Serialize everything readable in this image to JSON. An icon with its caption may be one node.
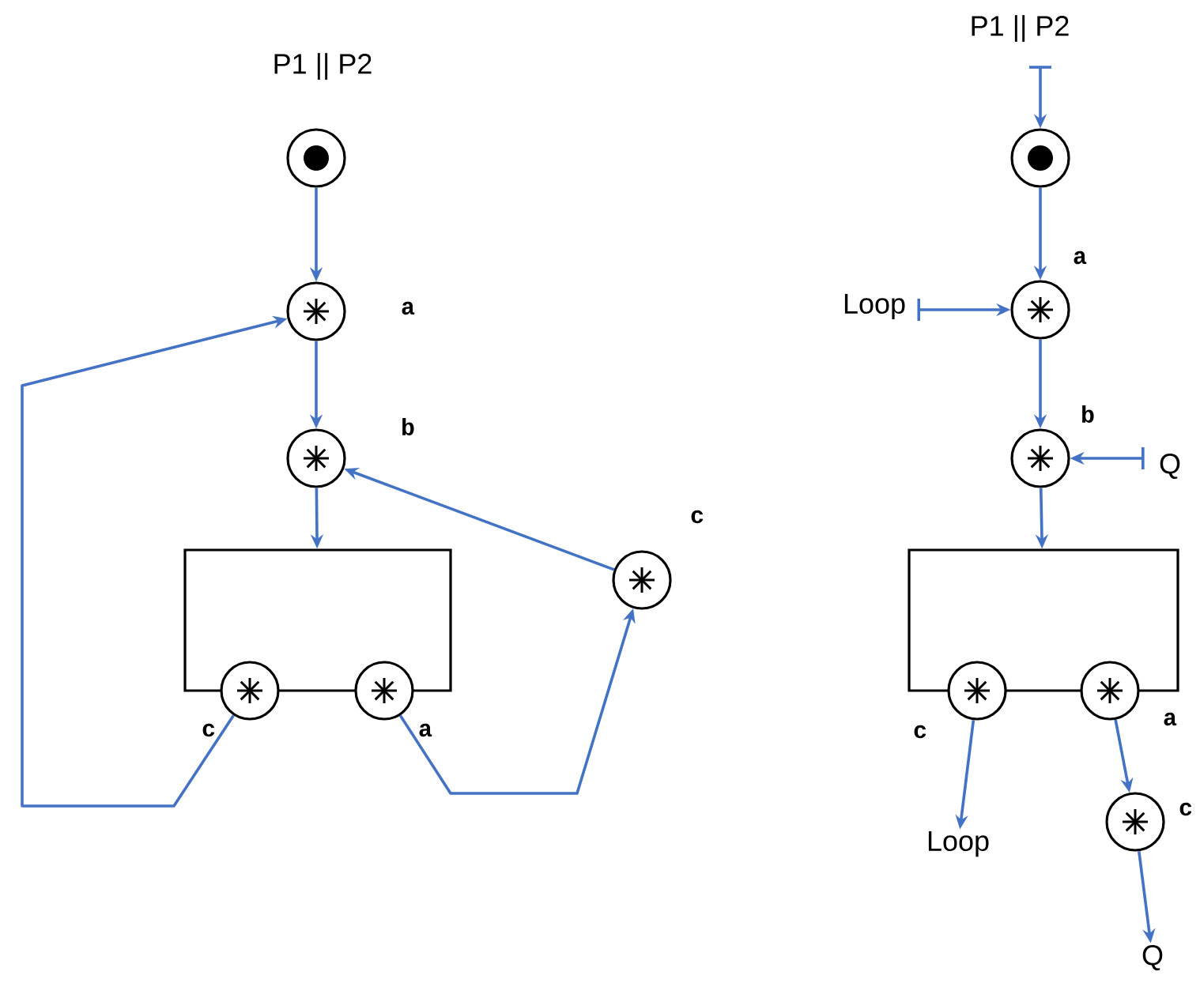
{
  "diagram": {
    "nodes": [
      {
        "text": [],
        "shape": "circle"
      },
      {
        "text": [],
        "shape": "asterisk",
        "beside": [
          "a"
        ]
      },
      {
        "text": [],
        "shape": "asterisk",
        "beside": [
          "b"
        ]
      },
      {
        "text": [],
        "shape": "box"
      },
      {
        "text": [],
        "shape": "asterisk",
        "beside": [
          "c"
        ]
      },
      {
        "text": [],
        "shape": "asterisk",
        "beside": [
          "a"
        ]
      },
      {
        "text": [],
        "shape": "asterisk",
        "beside": [
          "c"
        ]
      },
      {
        "text": [
          "P1 || P2"
        ]
      },
      {
        "text": [],
        "shape": "circle"
      },
      {
        "text": [],
        "shape": "asterisk",
        "beside": [
          "a"
        ]
      },
      {
        "text": [
          "Loop"
        ]
      },
      {
        "text": [],
        "shape": "asterisk",
        "beside": [
          "b"
        ]
      },
      {
        "text": [
          "Q"
        ]
      },
      {
        "text": [],
        "shape": "box"
      },
      {
        "text": [],
        "shape": "asterisk",
        "beside": [
          "c"
        ]
      },
      {
        "text": [],
        "shape": "asterisk",
        "beside": [
          "a"
        ]
      },
      {
        "text": [
          "Loop"
        ]
      },
      {
        "text": [],
        "shape": "asterisk",
        "beside": [
          "c"
        ]
      },
      {
        "text": [
          "Q"
        ]
      }
    ],
    "edges": [
      {
        "from": 0,
        "to": 1,
        "arrow": "to"
      },
      {
        "from": 1,
        "to": 2,
        "arrow": "to"
      },
      {
        "from": 2,
        "to": 3,
        "arrow": "to"
      },
      {
        "from": 4,
        "to": 1,
        "arrow": "to"
      },
      {
        "from": 5,
        "to": 6,
        "arrow": "to"
      },
      {
        "from": 6,
        "to": 2,
        "arrow": "to"
      },
      {
        "from": 7,
        "to": 8,
        "arrow": "to"
      },
      {
        "from": 8,
        "to": 9,
        "arrow": "to"
      },
      {
        "from": 10,
        "to": 9,
        "arrow": "to"
      },
      {
        "from": 9,
        "to": 11,
        "arrow": "to"
      },
      {
        "from": 12,
        "to": 11,
        "arrow": "to"
      },
      {
        "from": 11,
        "to": 13,
        "arrow": "to"
      },
      {
        "from": 14,
        "to": 16,
        "arrow": "to"
      },
      {
        "from": 15,
        "to": 17,
        "arrow": "to"
      },
      {
        "from": 17,
        "to": 18,
        "arrow": "to"
      }
    ],
    "labels": [
      "P1 || P2"
    ]
  }
}
